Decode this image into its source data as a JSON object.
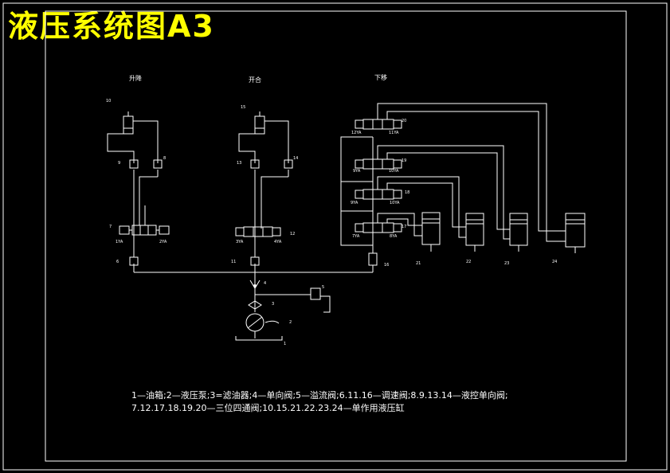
{
  "title": "液压系统图A3",
  "sections": {
    "left": "升降",
    "middle": "开合",
    "right": "下移"
  },
  "legend": {
    "line1": "1—油箱;2—液压泵;3=滤油器;4—单向阀;5—溢流阀;6.11.16—调速阀;8.9.13.14—液控单向阀;",
    "line2": "7.12.17.18.19.20—三位四通阀;10.15.21.22.23.24—单作用液压缸"
  },
  "labels": {
    "c10": "10",
    "c15": "15",
    "v9": "9",
    "v8": "8",
    "v13": "13",
    "v14": "14",
    "v7": "7",
    "v12": "12",
    "y1": "1YA",
    "y2": "2YA",
    "y3": "3YA",
    "y4": "4YA",
    "v6": "6",
    "v11": "11",
    "v16": "16",
    "v4": "4",
    "v5": "5",
    "v3": "3",
    "p2": "2",
    "t1": "1",
    "v20": "20",
    "v19": "19",
    "v18": "18",
    "v17": "17",
    "y11": "11YA",
    "y12": "12YA",
    "y9": "9YA",
    "y10": "10YA",
    "y13": "9YA",
    "y14": "10YA",
    "y7": "7YA",
    "y8": "8YA",
    "c21": "21",
    "c22": "22",
    "c23": "23",
    "c24": "24"
  }
}
